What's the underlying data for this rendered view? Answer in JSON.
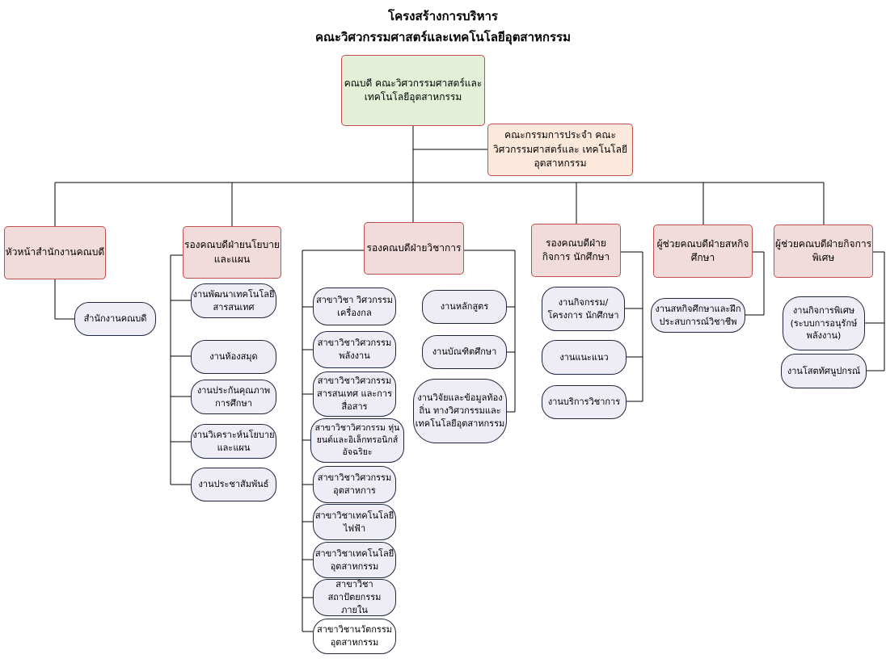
{
  "title": {
    "line1": "โครงสร้างการบริหาร",
    "line2": "คณะวิศวกรรมศาสตร์และเทคโนโลยีอุตสาหกรรม"
  },
  "dean": {
    "line1": "คณบดี",
    "line2": "คณะวิศวกรรมศาสตร์และ",
    "line3": "เทคโนโลยีอุตสาหกรรม"
  },
  "board": {
    "line1": "คณะกรรมการประจำ",
    "line2": "คณะวิศวกรรมศาสตร์และ",
    "line3": "เทคโนโลยีอุตสาหกรรม"
  },
  "colors": {
    "border_red": "#c0504d",
    "dean_fill": "#e3efd6",
    "board_fill": "#fde9dc",
    "head_fill": "#f2dcdb",
    "pill_fill": "#eeedf6",
    "pill_border": "#1f2740"
  },
  "divisions": [
    {
      "head": {
        "line1": "หัวหน้าสำนักงานคณบดี",
        "line2": ""
      },
      "units": [
        {
          "line1": "สำนักงานคณบดี",
          "line2": "",
          "line3": ""
        }
      ]
    },
    {
      "head": {
        "line1": "รองคณบดีฝ่ายนโยบาย",
        "line2": "และแผน"
      },
      "units": [
        {
          "line1": "งานพัฒนาเทคโนโลยี",
          "line2": "สารสนเทศ",
          "line3": ""
        },
        {
          "line1": "งานห้องสมุด",
          "line2": "",
          "line3": ""
        },
        {
          "line1": "งานประกันคุณภาพ",
          "line2": "การศึกษา",
          "line3": ""
        },
        {
          "line1": "งานวิเคราะห์นโยบาย",
          "line2": "และแผน",
          "line3": ""
        },
        {
          "line1": "งานประชาสัมพันธ์",
          "line2": "",
          "line3": ""
        }
      ]
    },
    {
      "head": {
        "line1": "รองคณบดีฝ่ายวิชาการ",
        "line2": ""
      },
      "branches": [
        {
          "line1": "สาขาวิชา",
          "line2": "วิศวกรรมเครื่องกล",
          "line3": ""
        },
        {
          "line1": "สาขาวิชาวิศวกรรม",
          "line2": "พลังงาน",
          "line3": ""
        },
        {
          "line1": "สาขาวิชาวิศวกรรม",
          "line2": "สารสนเทศ",
          "line3": "และการสื่อสาร"
        },
        {
          "line1": "สาขาวิชาวิศวกรรม",
          "line2": "หุ่นยนต์และอิเล็กทรอนิกส์",
          "line3": "อัจฉริยะ"
        },
        {
          "line1": "สาขาวิชาวิศวกรรม",
          "line2": "อุตสาหการ",
          "line3": ""
        },
        {
          "line1": "สาขาวิชาเทคโนโลยี",
          "line2": "ไฟฟ้า",
          "line3": ""
        },
        {
          "line1": "สาขาวิชาเทคโนโลยี",
          "line2": "อุตสาหกรรม",
          "line3": ""
        },
        {
          "line1": "สาขาวิชาสถาปัตยกรรม",
          "line2": "ภายใน",
          "line3": ""
        },
        {
          "line1": "สาขาวิชานวัตกรรม",
          "line2": "อุตสาหกรรม",
          "line3": ""
        }
      ],
      "units": [
        {
          "line1": "งานหลักสูตร",
          "line2": "",
          "line3": ""
        },
        {
          "line1": "งานบัณฑิตศึกษา",
          "line2": "",
          "line3": ""
        },
        {
          "line1": "งานวิจัยและข้อมูลท้องถิ่น",
          "line2": "ทางวิศวกรรมและ",
          "line3": "เทคโนโลยีอุตสาหกรรม"
        }
      ]
    },
    {
      "head": {
        "line1": "รองคณบดีฝ่ายกิจการ",
        "line2": "นักศึกษา"
      },
      "units": [
        {
          "line1": "งานกิจกรรม/โครงการ",
          "line2": "นักศึกษา",
          "line3": ""
        },
        {
          "line1": "งานแนะแนว",
          "line2": "",
          "line3": ""
        },
        {
          "line1": "งานบริการวิชาการ",
          "line2": "",
          "line3": ""
        }
      ]
    },
    {
      "head": {
        "line1": "ผู้ช่วยคณบดีฝ่ายสหกิจ",
        "line2": "ศึกษา"
      },
      "units": [
        {
          "line1": "งานสหกิจศึกษาและฝึก",
          "line2": "ประสบการณ์วิชาชีพ",
          "line3": ""
        }
      ]
    },
    {
      "head": {
        "line1": "ผู้ช่วยคณบดีฝ่ายกิจการ",
        "line2": "พิเศษ"
      },
      "units": [
        {
          "line1": "งานกิจการพิเศษ",
          "line2": "(ระบบการอนุรักษ์",
          "line3": "พลังงาน)"
        },
        {
          "line1": "งานโสตทัศนูปกรณ์",
          "line2": "",
          "line3": ""
        }
      ]
    }
  ]
}
